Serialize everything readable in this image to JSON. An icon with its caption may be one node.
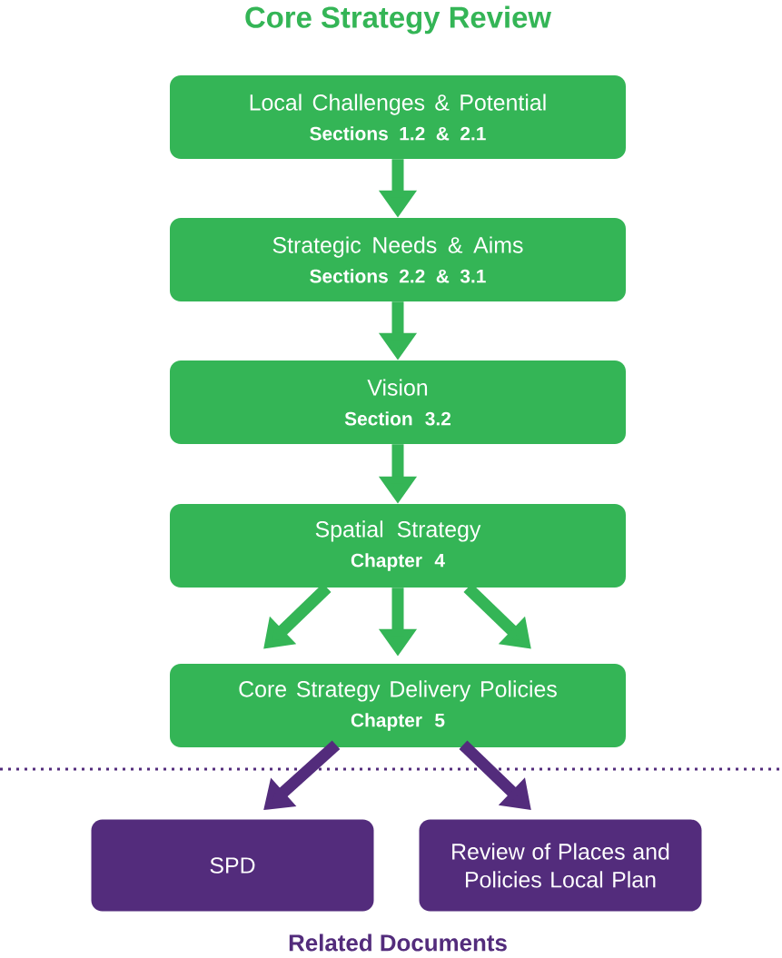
{
  "diagram": {
    "title": "Core Strategy Review",
    "nodes": [
      {
        "text": [
          "Local Challenges & Potential",
          "Sections 1.2 & 2.1"
        ]
      },
      {
        "text": [
          "Strategic Needs & Aims",
          "Sections 2.2 & 3.1"
        ]
      },
      {
        "text": [
          "Vision",
          "Section 3.2"
        ]
      },
      {
        "text": [
          "Spatial Strategy",
          "Chapter 4"
        ]
      },
      {
        "text": [
          "Core Strategy Delivery Policies",
          "Chapter 5"
        ]
      },
      {
        "text": [
          "SPD"
        ]
      },
      {
        "text": [
          "Review of Places and Policies Local Plan"
        ]
      }
    ],
    "edges": [
      {
        "from": 0,
        "to": 1,
        "arrow": "to"
      },
      {
        "from": 1,
        "to": 2,
        "arrow": "to"
      },
      {
        "from": 2,
        "to": 3,
        "arrow": "to"
      },
      {
        "from": 3,
        "to": 4,
        "arrow": "to"
      },
      {
        "from": 3,
        "to": 4,
        "arrow": "to"
      },
      {
        "from": 3,
        "to": 4,
        "arrow": "to"
      },
      {
        "from": 4,
        "to": 5,
        "arrow": "to",
        "color": "#532c7c"
      },
      {
        "from": 4,
        "to": 6,
        "arrow": "to",
        "color": "#532c7c"
      }
    ],
    "labels": [
      "Related Documents"
    ]
  }
}
